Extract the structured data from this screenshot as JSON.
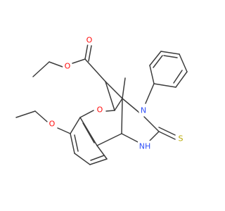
{
  "colors": {
    "background": "#ffffff",
    "bond": "#3c3c3c",
    "oxygen": "#ff0d0d",
    "nitrogen": "#3050f8",
    "sulfur": "#b8a800"
  },
  "atoms": {
    "ester_carbonyl_o": "O",
    "ester_ether_o": "O",
    "ring_o": "O",
    "ethoxy_o": "O",
    "n_phenyl": "N",
    "nh": "NH",
    "thione_s": "S"
  }
}
